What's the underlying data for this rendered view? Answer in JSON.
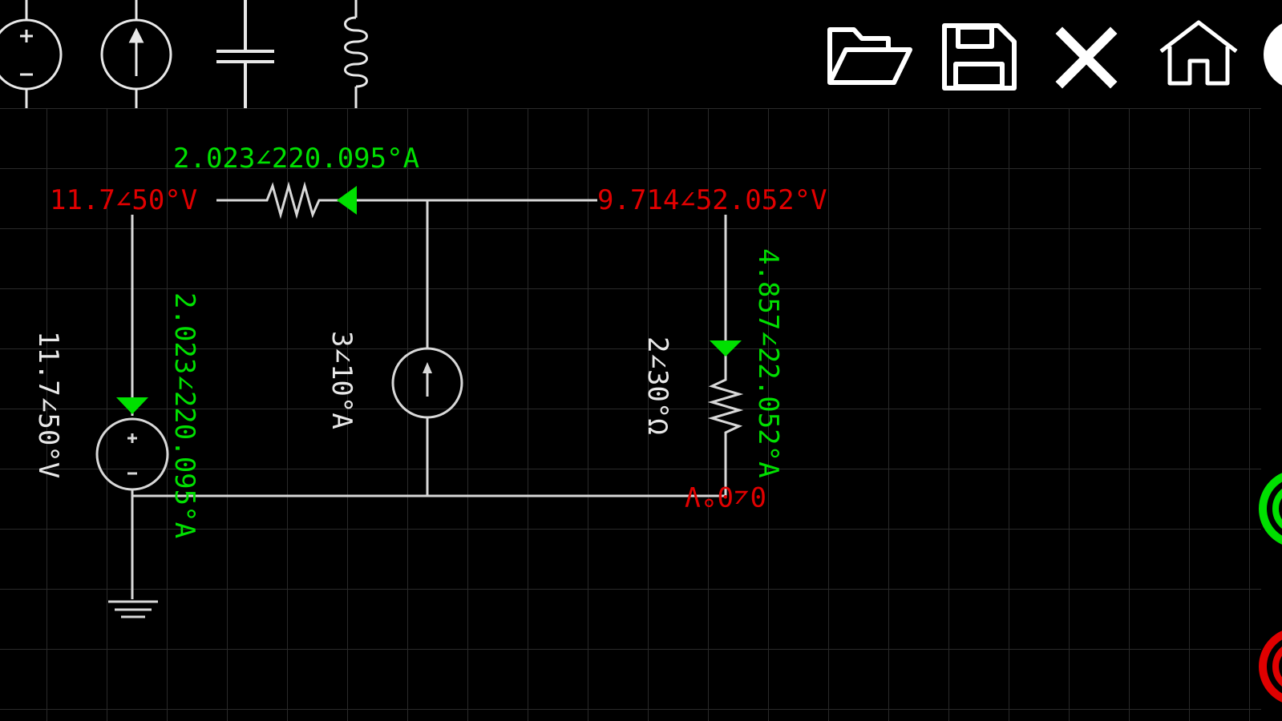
{
  "toolbar": {
    "components": [
      {
        "name": "voltage-source-icon"
      },
      {
        "name": "current-source-icon"
      },
      {
        "name": "capacitor-icon"
      },
      {
        "name": "inductor-icon"
      }
    ],
    "actions": [
      {
        "name": "open-folder-icon"
      },
      {
        "name": "save-icon"
      },
      {
        "name": "close-icon"
      },
      {
        "name": "home-icon"
      }
    ]
  },
  "circuit": {
    "node_voltages": {
      "left_top": "11.7∠50°V",
      "right_top": "9.714∠52.052°V",
      "bottom_right": "0∠0°V"
    },
    "currents": {
      "top_resistor": "2.023∠220.095°A",
      "left_branch": "2.023∠220.095°A",
      "right_branch": "4.857∠22.052°A"
    },
    "component_values": {
      "voltage_source": "11.7∠50°V",
      "current_source": "3∠10°A",
      "right_resistor": "2∠30°Ω"
    }
  },
  "colors": {
    "voltage": "#e00000",
    "current": "#00e000",
    "wire": "#d8d8d8",
    "background": "#000000",
    "grid": "#2a2a2a"
  }
}
